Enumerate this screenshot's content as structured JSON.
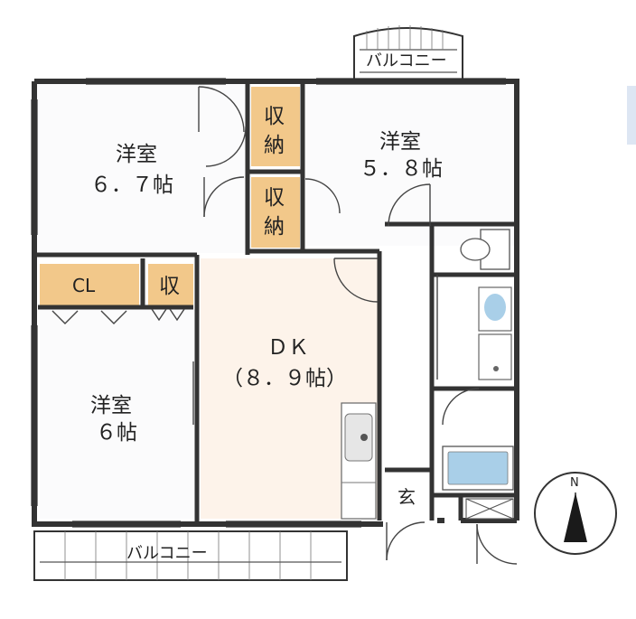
{
  "rooms": {
    "western_a": {
      "name": "洋室",
      "size": "６．７帖"
    },
    "western_b": {
      "name": "洋室",
      "size": "５．８帖"
    },
    "western_c": {
      "name": "洋室",
      "size": "６帖"
    },
    "dk": {
      "name": "ＤＫ",
      "size": "（８．９帖）"
    }
  },
  "storage": {
    "upper_top": "収\n納",
    "upper_bottom": "収\n納",
    "closet": "CL",
    "small": "収"
  },
  "balconies": {
    "top": "バルコニー",
    "bottom": "バルコニー"
  },
  "entrance": "玄",
  "compass": {
    "north": "N"
  },
  "colors": {
    "wall": "#333333",
    "storage_fill": "#f2c88a",
    "dk_fill": "#fdf3ea",
    "room_fill": "#fbfbfc",
    "fixture_blue": "#a9cfe8"
  }
}
